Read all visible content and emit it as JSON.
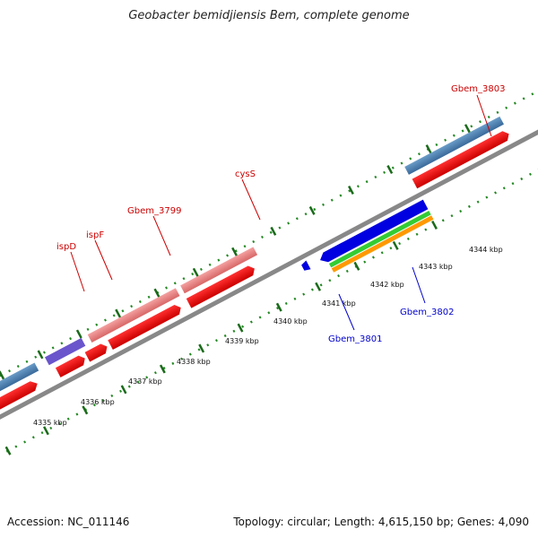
{
  "title": "Geobacter bemidjiensis Bem, complete genome",
  "footer": {
    "accession": "Accession: NC_011146",
    "summary": "Topology: circular; Length: 4,615,150 bp; Genes: 4,090"
  },
  "scale_labels": [
    "4335 kbp",
    "4336 kbp",
    "4337 kbp",
    "4338 kbp",
    "4339 kbp",
    "4340 kbp",
    "4341 kbp",
    "4342 kbp",
    "4343 kbp",
    "4344 kbp"
  ],
  "gene_labels": {
    "ispD": "ispD",
    "ispF": "ispF",
    "gbem3799": "Gbem_3799",
    "cysS": "cysS",
    "gbem3803": "Gbem_3803",
    "gbem3801": "Gbem_3801",
    "gbem3802": "Gbem_3802"
  },
  "colors": {
    "forward_label": "#cc0000",
    "reverse_label": "#0000cc",
    "cds": "#ee0000",
    "gene_pink": "#e88080",
    "gene_blue": "#4a7fb0",
    "gene_purple": "#6a55cc",
    "reverse_cds": "#0000e0",
    "green": "#33cc33",
    "orange": "#ff9900",
    "backbone": "#888888",
    "ticks": "#228822"
  }
}
